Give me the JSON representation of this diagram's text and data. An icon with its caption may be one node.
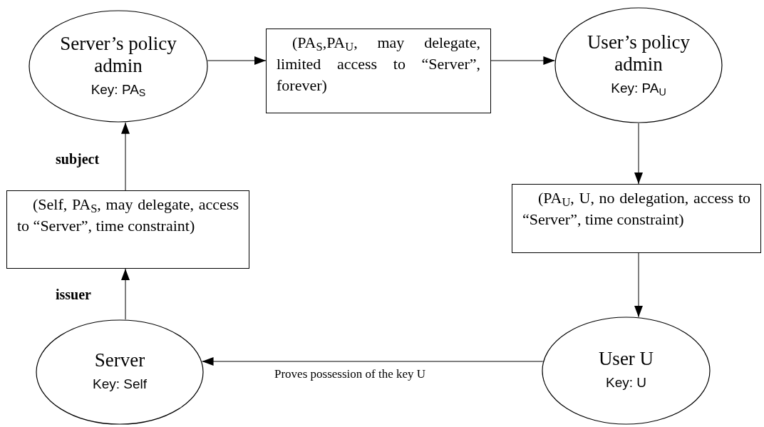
{
  "diagram": {
    "nodes": [
      {
        "text": [
          "Server’s policy admin",
          "Key: PA$_{S}$"
        ]
      },
      {
        "text": [
          "(PA$_{S}$,PA$_{U}$, may delegate, limited access to “Server”, forever)"
        ]
      },
      {
        "text": [
          "User’s policy admin",
          "Key: PA$_{U}$"
        ]
      },
      {
        "text": [
          "(PA$_{U}$, U, no delegation, access to “Server”, time constraint)"
        ]
      },
      {
        "text": [
          "(Self, PA$_{S}$, may delegate, access to “Server”, time constraint)"
        ]
      },
      {
        "text": [
          "Server",
          "Key: Self"
        ]
      },
      {
        "text": [
          "User U",
          "Key: U"
        ]
      }
    ],
    "edges": [
      {
        "from": 0,
        "to": 1,
        "arrow": "to"
      },
      {
        "from": 1,
        "to": 2,
        "arrow": "to"
      },
      {
        "from": 2,
        "to": 3,
        "arrow": "to"
      },
      {
        "from": 3,
        "to": 6,
        "arrow": "to"
      },
      {
        "from": 6,
        "to": 5,
        "arrow": "to",
        "label": "Proves possession of the key U"
      },
      {
        "from": 4,
        "to": 0,
        "arrow": "to",
        "label": "subject"
      },
      {
        "from": 5,
        "to": 4,
        "arrow": "to",
        "label": "issuer"
      }
    ]
  }
}
